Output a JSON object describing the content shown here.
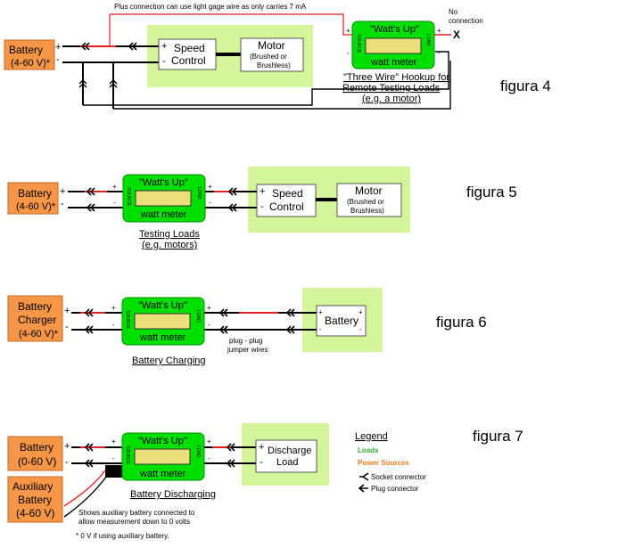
{
  "figura4": {
    "title": "figura 4",
    "note": "Plus connection can use light gage wire as only carries 7 mA",
    "battery": [
      "Battery",
      "(4-60 V)*"
    ],
    "speed_control": [
      "Speed",
      "Control"
    ],
    "motor": [
      "Motor",
      "(Brushed or",
      "Brushless)"
    ],
    "meter_title": "\"Watt's Up\"",
    "meter_sub": "watt meter",
    "source": "SOURCE",
    "load": "LOAD",
    "no_connection": [
      "No",
      "connection"
    ],
    "x_mark": "X",
    "hookup": [
      "\"Three Wire\" Hookup for",
      "Remote Testing Loads",
      "(e.g. a motor)"
    ]
  },
  "figura5": {
    "title": "figura 5",
    "battery": [
      "Battery",
      "(4-60 V)*"
    ],
    "speed_control": [
      "Speed",
      "Control"
    ],
    "motor": [
      "Motor",
      "(Brushed or",
      "Brushless)"
    ],
    "meter_title": "\"Watt's Up\"",
    "meter_sub": "watt meter",
    "caption": [
      "Testing Loads",
      "(e.g. motors)"
    ]
  },
  "figura6": {
    "title": "figura 6",
    "charger": [
      "Battery",
      "Charger",
      "(4-60 V)*"
    ],
    "battery": "Battery",
    "meter_title": "\"Watt's Up\"",
    "meter_sub": "watt meter",
    "jumper": [
      "plug - plug",
      "jumper wires"
    ],
    "caption": "Battery Charging"
  },
  "figura7": {
    "title": "figura 7",
    "battery": [
      "Battery",
      "(0-60 V)"
    ],
    "aux": [
      "Auxiliary",
      "Battery",
      "(4-60 V)"
    ],
    "load": [
      "Discharge",
      "Load"
    ],
    "meter_title": "\"Watt's Up\"",
    "meter_sub": "watt meter",
    "caption": "Battery Discharging",
    "aux_note": [
      "Shows auxiliary battery connected to",
      "allow measurement down to 0 volts"
    ],
    "footnote": "* 0 V if using auxiliary battery."
  },
  "legend": {
    "title": "Legend",
    "loads": "Loads",
    "power": "Power Sources",
    "socket": "Socket connector",
    "plug": "Plug connector"
  },
  "signs": {
    "plus": "+",
    "minus": "-"
  },
  "colors": {
    "orange": "#f79646",
    "green": "#00e000",
    "yellow": "#e9e07a",
    "lightgreen": "#d4f59a",
    "red": "#e02020",
    "legend_green": "#33aa33",
    "legend_orange": "#f07b22"
  }
}
